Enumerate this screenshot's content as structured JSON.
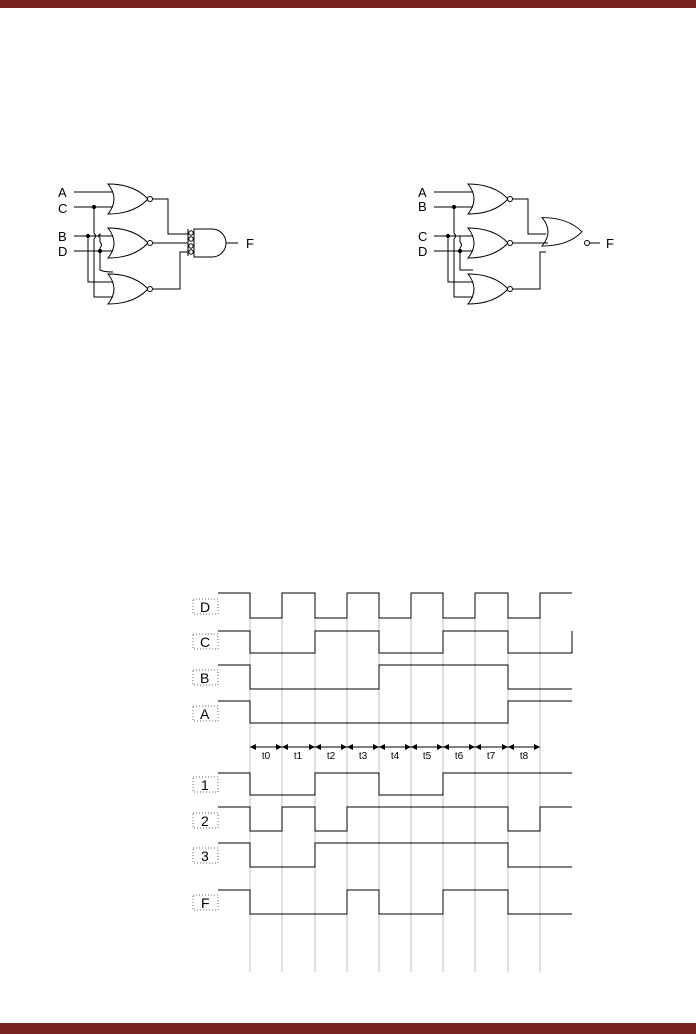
{
  "colors": {
    "bar": "#7a2323",
    "ink": "#000000",
    "grid": "#bfbfbf",
    "dotted": "#666666"
  },
  "circuit_left": {
    "inputs": [
      "A",
      "C",
      "B",
      "D"
    ],
    "output": "F"
  },
  "circuit_right": {
    "inputs": [
      "A",
      "B",
      "C",
      "D"
    ],
    "output": "F"
  },
  "timing": {
    "signals": [
      "D",
      "C",
      "B",
      "A"
    ],
    "intervals": [
      "t0",
      "t1",
      "t2",
      "t3",
      "t4",
      "t5",
      "t6",
      "t7",
      "t8"
    ],
    "outputs": [
      "1",
      "2",
      "3",
      "F"
    ]
  }
}
